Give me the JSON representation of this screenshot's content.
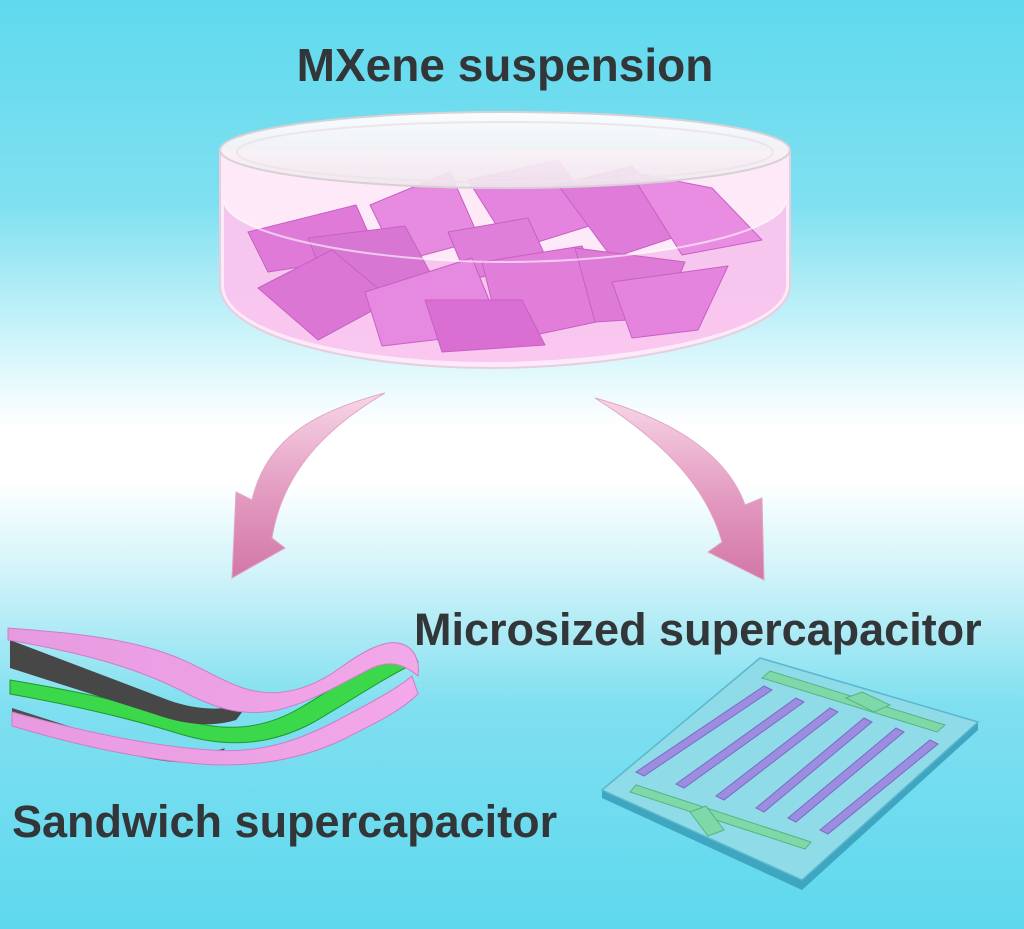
{
  "labels": {
    "top": "MXene suspension",
    "right": "Microsized supercapacitor",
    "left": "Sandwich supercapacitor"
  },
  "colors": {
    "background_top": "#5fd9ee",
    "background_middle": "#ffffff",
    "flake_pink": "#e27ce0",
    "arrow_pink": "#dd86b4",
    "electrolyte_green": "#3ad84a",
    "electrode_gray": "#4a4a4a",
    "substrate_blue": "#8fdbe8",
    "finger_purple": "#9c8de0",
    "current_collector_green": "#7fd8a8",
    "text": "#333638"
  }
}
